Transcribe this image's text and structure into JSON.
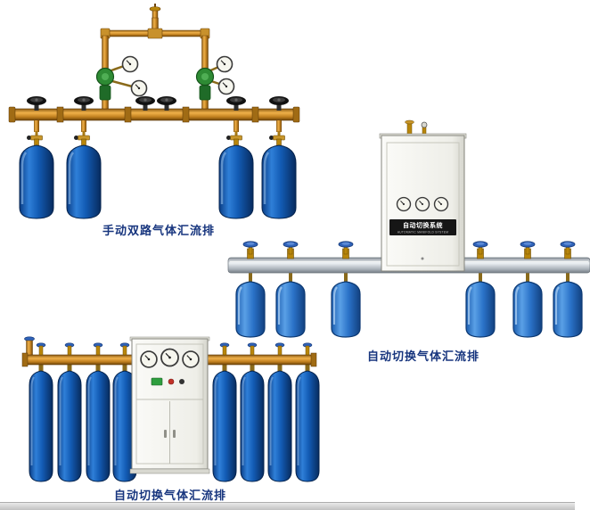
{
  "page": {
    "background_color": "#ffffff",
    "caption_color": "#17357e",
    "bottom_strip_color": "#c2c2c2"
  },
  "figures": {
    "manual_dual": {
      "caption": "手动双路气体汇流排",
      "cylinder_count": 4
    },
    "auto_switch_right": {
      "caption": "自动切换气体汇流排",
      "cabinet_title": "自动切换系统",
      "cabinet_subtitle": "AUTOMATIC MANIFOLD SYSTEM",
      "cylinder_count": 6
    },
    "auto_switch_bottom": {
      "caption": "自动切换气体汇流排",
      "cylinder_count": 8
    }
  },
  "colors": {
    "cylinder_blue_dark": "#135cb5",
    "cylinder_blue_medium": "#2a72c8",
    "brass_pipe": "#d99a2b",
    "aluminum_pipe": "#c4ccd2",
    "cabinet_white": "#f2f2ec",
    "regulator_green": "#2e8b34"
  }
}
